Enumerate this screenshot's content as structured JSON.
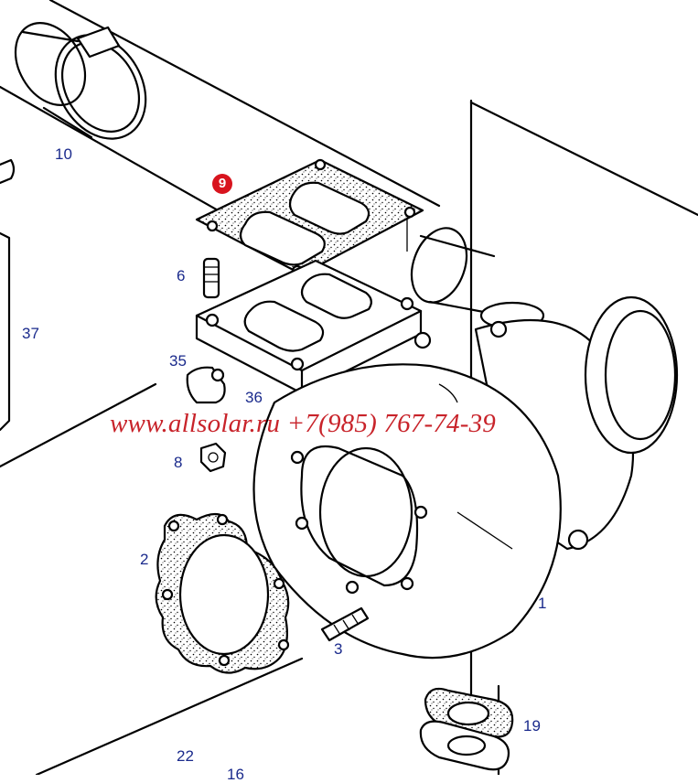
{
  "watermark": {
    "text": "www.allsolar.ru +7(985) 767-74-39"
  },
  "labels": {
    "l10": "10",
    "l9": "9",
    "l6": "6",
    "l37": "37",
    "l35": "35",
    "l36": "36",
    "l8": "8",
    "l2": "2",
    "l3": "3",
    "l1": "1",
    "l19": "19",
    "l22": "22",
    "l16": "16"
  },
  "colors": {
    "label": "#1a2a8c",
    "highlight": "#d8141e",
    "watermark": "#c8232a"
  }
}
